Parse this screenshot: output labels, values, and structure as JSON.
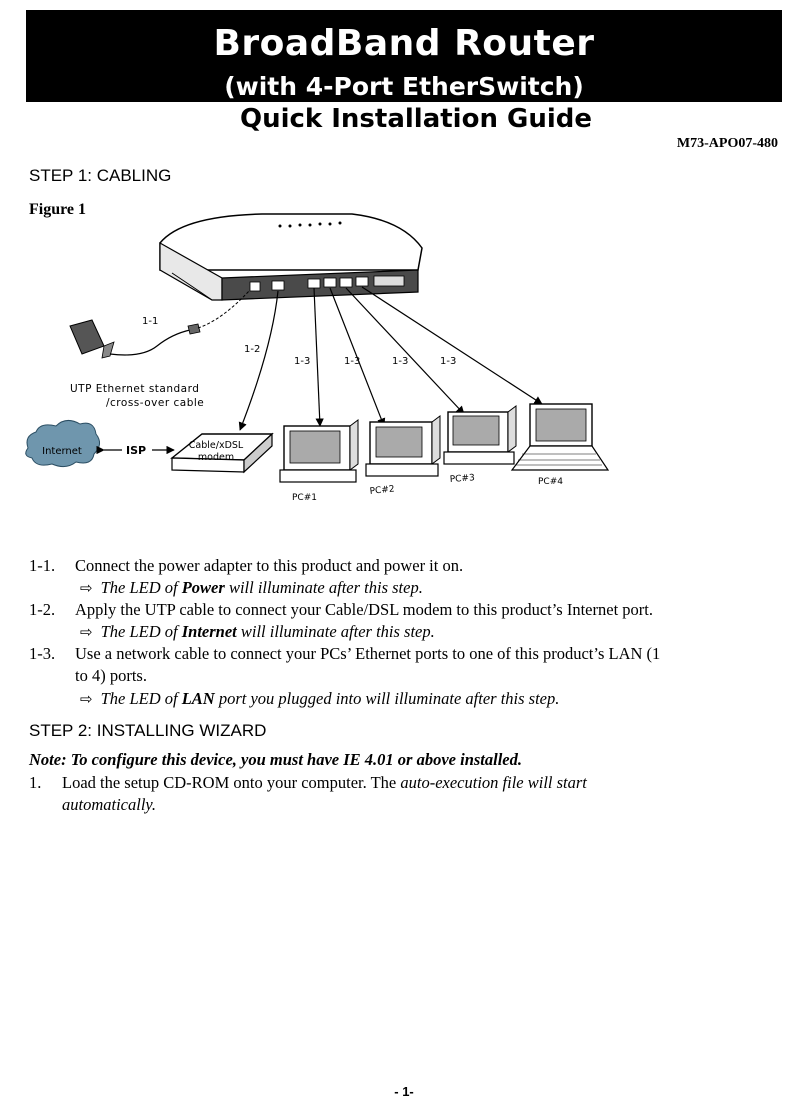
{
  "header": {
    "title": "BroadBand Router",
    "subtitle_line": "(with 4-Port EtherSwitch)",
    "guide_title": "Quick Installation Guide",
    "model_number": "M73-APO07-480"
  },
  "step1": {
    "heading": "STEP 1: CABLING",
    "figure_label": "Figure 1",
    "figure": {
      "label_1_1": "1-1",
      "label_1_2": "1-2",
      "label_1_3": "1-3",
      "cable_label_line1": "UTP Ethernet standard",
      "cable_label_line2": "/cross-over cable",
      "internet": "Internet",
      "isp": "ISP",
      "modem_line1": "Cable/xDSL",
      "modem_line2": "modem",
      "pc1": "PC#1",
      "pc2": "PC#2",
      "pc3": "PC#3",
      "pc4": "PC#4"
    },
    "items": [
      {
        "number": "1-1.",
        "text": "Connect the power adapter to this product and power it on.",
        "note_pre": "The LED of ",
        "note_bold": "Power",
        "note_post": " will illuminate after this step."
      },
      {
        "number": "1-2.",
        "text": "Apply the UTP cable to connect your Cable/DSL modem to this product’s Internet port.",
        "note_pre": "The LED of ",
        "note_bold": "Internet",
        "note_post": " will illuminate after this step."
      },
      {
        "number": "1-3.",
        "text_line1": "Use a network cable to connect your PCs’ Ethernet ports to one of this product’s LAN (1",
        "text_line2": "to 4) ports.",
        "note_pre": "The LED of ",
        "note_bold": "LAN",
        "note_post": " port you plugged into will illuminate after this step."
      }
    ]
  },
  "step2": {
    "heading": "STEP 2: INSTALLING WIZARD",
    "note": "Note:  To configure this device, you must have IE 4.01 or above installed.",
    "item1_number": "1.",
    "item1_text_pre": "Load the setup CD-ROM onto your computer. The ",
    "item1_text_italic": "auto-execution file will start",
    "item1_text_line2": "automatically."
  },
  "footer": {
    "page_number": "- 1-"
  }
}
